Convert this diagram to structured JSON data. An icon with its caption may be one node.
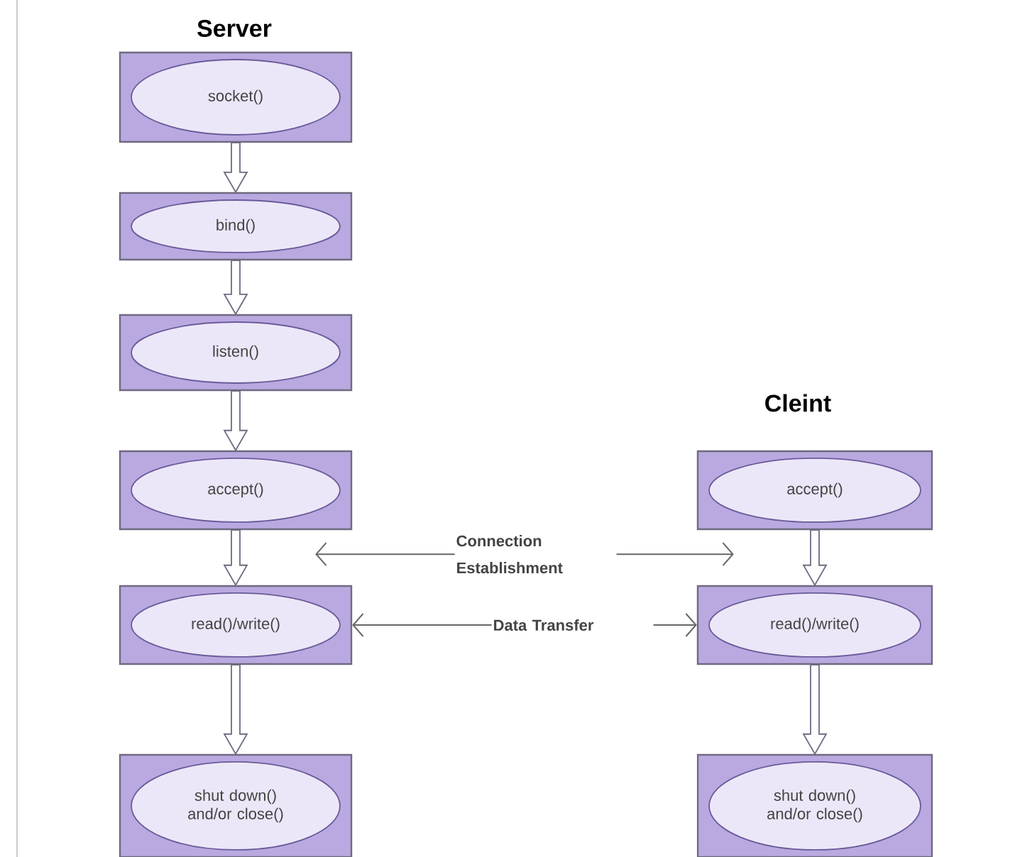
{
  "diagram": {
    "nodes": [
      {
        "text": [
          "socket()"
        ]
      },
      {
        "text": [
          "bind()"
        ]
      },
      {
        "text": [
          "listen()"
        ]
      },
      {
        "text": [
          "accept()"
        ]
      },
      {
        "text": [
          "read()/write()"
        ]
      },
      {
        "text": [
          "shut down() and/or close()"
        ]
      },
      {
        "text": [
          "accept()"
        ]
      },
      {
        "text": [
          "read()/write()"
        ]
      },
      {
        "text": [
          "shut down() and/or close()"
        ]
      }
    ],
    "edges": [
      {
        "from": 0,
        "to": 1,
        "arrow": "to",
        "style": "thick"
      },
      {
        "from": 1,
        "to": 2,
        "arrow": "to",
        "style": "thick"
      },
      {
        "from": 2,
        "to": 3,
        "arrow": "to",
        "style": "thick"
      },
      {
        "from": 3,
        "to": 4,
        "arrow": "to",
        "style": "thick"
      },
      {
        "from": 4,
        "to": 5,
        "arrow": "to",
        "style": "thick"
      },
      {
        "from": 6,
        "to": 7,
        "arrow": "to",
        "style": "thick"
      },
      {
        "from": 7,
        "to": 8,
        "arrow": "to",
        "style": "thick"
      },
      {
        "from": 3,
        "to": 6,
        "arrow": "both",
        "label": "Connection Establishment"
      },
      {
        "from": 4,
        "to": 7,
        "arrow": "both",
        "label": "Data Transfer"
      }
    ],
    "labels": [
      "Server",
      "Cleint"
    ]
  }
}
